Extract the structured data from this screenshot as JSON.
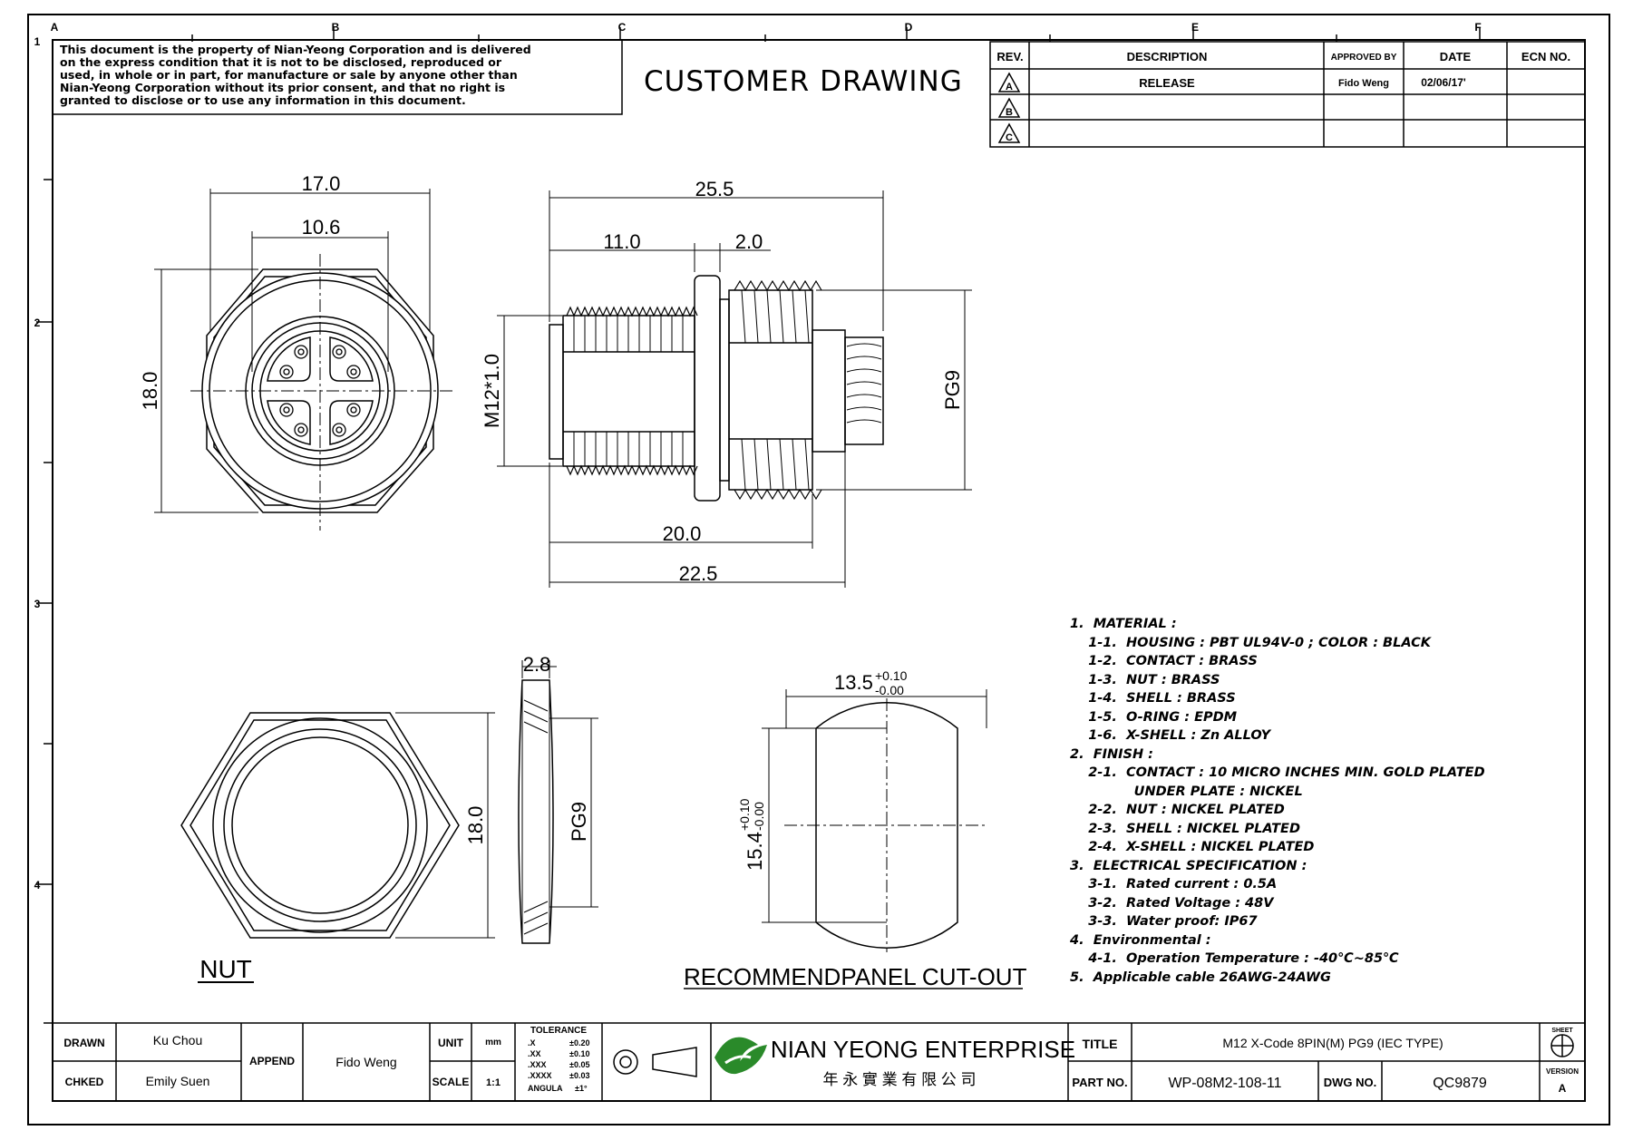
{
  "notice": {
    "line1": "This document is the property of Nian-Yeong Corporation and is delivered",
    "line2": "on the express condition that it is not to be disclosed, reproduced or",
    "line3": "used, in whole or in part, for manufacture or sale by anyone other than",
    "line4": "Nian-Yeong Corporation without its prior consent, and that no right is",
    "line5": "granted to disclose or to use any information in this document."
  },
  "drawing_title": "CUSTOMER DRAWING",
  "grid": {
    "cols": [
      "A",
      "B",
      "C",
      "D",
      "E",
      "F"
    ],
    "rows": [
      "1",
      "2",
      "3",
      "4"
    ]
  },
  "revision_table": {
    "headers": {
      "rev": "REV.",
      "description": "DESCRIPTION",
      "approved_by": "APPROVED BY",
      "date": "DATE",
      "ecn": "ECN NO."
    },
    "rows": [
      {
        "rev": "A",
        "description": "RELEASE",
        "approved_by": "Fido Weng",
        "date": "02/06/17'"
      },
      {
        "rev": "B",
        "description": "",
        "approved_by": "",
        "date": ""
      },
      {
        "rev": "C",
        "description": "",
        "approved_by": "",
        "date": ""
      }
    ]
  },
  "dimensions": {
    "front_width_outer": "17.0",
    "front_width_inner": "10.6",
    "front_height": "18.0",
    "side_total": "25.5",
    "side_front": "11.0",
    "side_flange": "2.0",
    "side_thread": "M12*1.0",
    "side_pg": "PG9",
    "side_body": "20.0",
    "side_overall": "22.5",
    "nut_thickness": "2.8",
    "nut_height": "18.0",
    "nut_pg": "PG9",
    "cutout_width": "13.5",
    "cutout_width_tol_plus": "+0.10",
    "cutout_width_tol_minus": "-0.00",
    "cutout_height": "15.4",
    "cutout_height_tol_plus": "+0.10",
    "cutout_height_tol_minus": "-0.00"
  },
  "view_labels": {
    "nut": "NUT",
    "cutout": "RECOMMENDPANEL CUT-OUT"
  },
  "notes": [
    "1.  MATERIAL :",
    "    1-1.  HOUSING : PBT UL94V-0 ; COLOR : BLACK",
    "    1-2.  CONTACT : BRASS",
    "    1-3.  NUT : BRASS",
    "    1-4.  SHELL : BRASS",
    "    1-5.  O-RING : EPDM",
    "    1-6.  X-SHELL : Zn ALLOY",
    "2.  FINISH :",
    "    2-1.  CONTACT : 10 MICRO INCHES MIN. GOLD PLATED",
    "              UNDER PLATE : NICKEL",
    "    2-2.  NUT : NICKEL PLATED",
    "    2-3.  SHELL : NICKEL PLATED",
    "    2-4.  X-SHELL : NICKEL PLATED",
    "3.  ELECTRICAL SPECIFICATION :",
    "    3-1.  Rated current : 0.5A",
    "    3-2.  Rated Voltage : 48V",
    "    3-3.  Water proof: IP67",
    "4.  Environmental :",
    "    4-1.  Operation Temperature : -40℃~85℃",
    "5.  Applicable cable 26AWG-24AWG"
  ],
  "title_block": {
    "drawn_label": "DRAWN",
    "drawn_value": "Ku Chou",
    "checked_label": "CHKED",
    "checked_value": "Emily Suen",
    "append_label": "APPEND",
    "append_value": "Fido Weng",
    "unit_label": "UNIT",
    "unit_value": "mm",
    "scale_label": "SCALE",
    "scale_value": "1:1",
    "tolerance_label": "TOLERANCE",
    "tol_rows": [
      {
        "k": ".X",
        "v": "±0.20"
      },
      {
        "k": ".XX",
        "v": "±0.10"
      },
      {
        "k": ".XXX",
        "v": "±0.05"
      },
      {
        "k": ".XXXX",
        "v": "±0.03"
      },
      {
        "k": "ANGULA",
        "v": "±1°"
      }
    ],
    "company_en": "NIAN YEONG ENTERPRISE",
    "company_zh": "年 永 實 業 有 限 公 司",
    "title_label": "TITLE",
    "title_value": "M12 X-Code 8PIN(M) PG9 (IEC TYPE)",
    "part_label": "PART NO.",
    "part_value": "WP-08M2-108-11",
    "dwg_label": "DWG NO.",
    "dwg_value": "QC9879",
    "sheet_label": "SHEET",
    "version_label": "VERSION",
    "version_value": "A"
  }
}
